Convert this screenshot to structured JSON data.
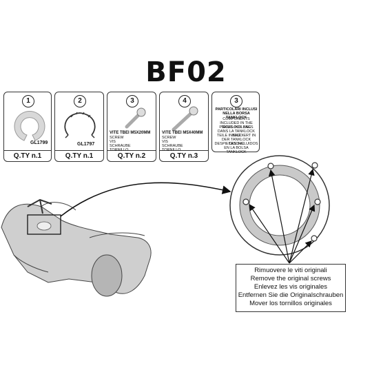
{
  "title": "BF02",
  "cards": [
    {
      "num": "1",
      "code": "GL1799",
      "qty": "Q.TY n.1"
    },
    {
      "num": "2",
      "code": "GL1797",
      "qty": "Q.TY n.1"
    },
    {
      "num": "3",
      "label_bold": "VITE TBEI M5x20mm",
      "label_lines": [
        "SCREW",
        "VIS",
        "SCHRAUBE",
        "TORNILLO"
      ],
      "qty": "Q.TY n.2"
    },
    {
      "num": "4",
      "label_bold": "VITE TBEI M5x40mm",
      "label_lines": [
        "SCREW",
        "VIS",
        "SCHRAUBE",
        "TORNILLO"
      ],
      "qty": "Q.TY n.3"
    },
    {
      "num": "3",
      "label_bold": "PARTICOLARI INCLUSI NELLA BORSA TANKLOCK",
      "label_lines": [
        "COMPONENTS INCLUDED IN THE TANKLOCK BAG",
        "PIÈCES INCLUSES DANS LA TANKLOCK BAG",
        "TEILE INKLUDIERT IN DER TANKLOCK TASCHE",
        "DESPIECES INCLUIDOS EN LA BOLSA TANKLOCK"
      ]
    }
  ],
  "instructions": [
    "Rimuovere le viti originali",
    "Remove the original screws",
    "Enlevez  les vis originales",
    "Entfernen Sie die Originalschrauben",
    "Mover los tornillos originales"
  ]
}
